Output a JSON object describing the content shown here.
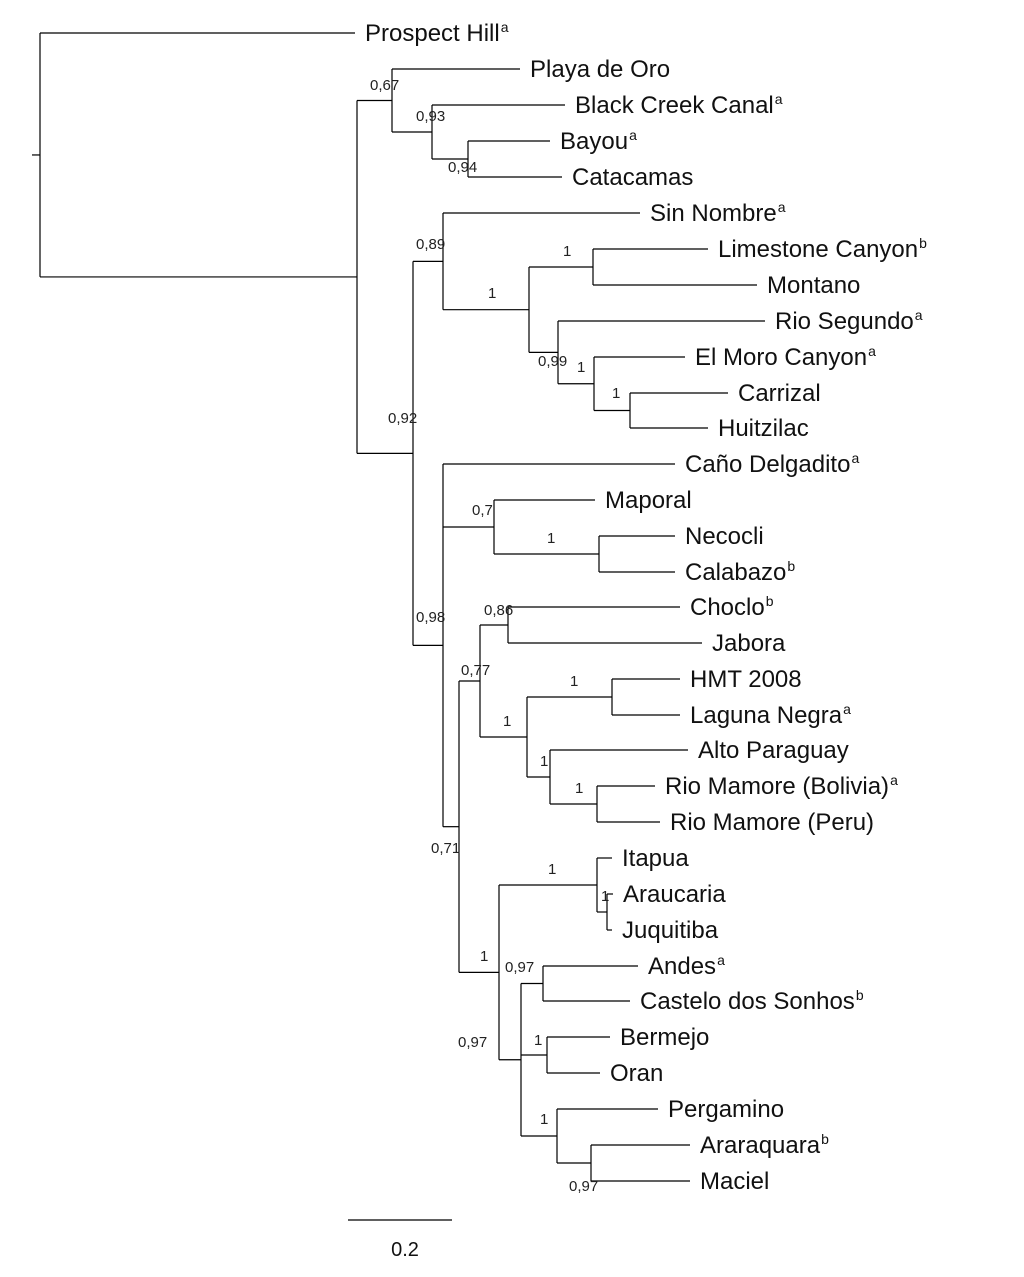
{
  "scale_bar": {
    "label": "0.2"
  },
  "taxa": [
    {
      "id": "prospect-hill",
      "name": "Prospect Hill",
      "sup": "a"
    },
    {
      "id": "playa-de-oro",
      "name": "Playa de Oro",
      "sup": ""
    },
    {
      "id": "black-creek-canal",
      "name": "Black Creek Canal",
      "sup": "a"
    },
    {
      "id": "bayou",
      "name": "Bayou",
      "sup": "a"
    },
    {
      "id": "catacamas",
      "name": "Catacamas",
      "sup": ""
    },
    {
      "id": "sin-nombre",
      "name": "Sin Nombre",
      "sup": "a"
    },
    {
      "id": "limestone-canyon",
      "name": "Limestone Canyon",
      "sup": "b"
    },
    {
      "id": "montano",
      "name": "Montano",
      "sup": ""
    },
    {
      "id": "rio-segundo",
      "name": "Rio Segundo",
      "sup": "a"
    },
    {
      "id": "el-moro-canyon",
      "name": "El Moro Canyon",
      "sup": "a"
    },
    {
      "id": "carrizal",
      "name": "Carrizal",
      "sup": ""
    },
    {
      "id": "huitzilac",
      "name": "Huitzilac",
      "sup": ""
    },
    {
      "id": "cano-delgadito",
      "name": "Caño Delgadito",
      "sup": "a"
    },
    {
      "id": "maporal",
      "name": "Maporal",
      "sup": ""
    },
    {
      "id": "necocli",
      "name": "Necocli",
      "sup": ""
    },
    {
      "id": "calabazo",
      "name": "Calabazo",
      "sup": "b"
    },
    {
      "id": "choclo",
      "name": "Choclo",
      "sup": "b"
    },
    {
      "id": "jabora",
      "name": "Jabora",
      "sup": ""
    },
    {
      "id": "hmt-2008",
      "name": "HMT 2008",
      "sup": ""
    },
    {
      "id": "laguna-negra",
      "name": "Laguna Negra",
      "sup": "a"
    },
    {
      "id": "alto-paraguay",
      "name": "Alto Paraguay",
      "sup": ""
    },
    {
      "id": "rio-mamore-bolivia",
      "name": "Rio Mamore (Bolivia)",
      "sup": "a"
    },
    {
      "id": "rio-mamore-peru",
      "name": "Rio Mamore (Peru)",
      "sup": ""
    },
    {
      "id": "itapua",
      "name": "Itapua",
      "sup": ""
    },
    {
      "id": "araucaria",
      "name": "Araucaria",
      "sup": ""
    },
    {
      "id": "juquitiba",
      "name": "Juquitiba",
      "sup": ""
    },
    {
      "id": "andes",
      "name": "Andes",
      "sup": "a"
    },
    {
      "id": "castelo-dos-sonhos",
      "name": "Castelo dos Sonhos",
      "sup": "b"
    },
    {
      "id": "bermejo",
      "name": "Bermejo",
      "sup": ""
    },
    {
      "id": "oran",
      "name": "Oran",
      "sup": ""
    },
    {
      "id": "pergamino",
      "name": "Pergamino",
      "sup": ""
    },
    {
      "id": "araraquara",
      "name": "Araraquara",
      "sup": "b"
    },
    {
      "id": "maciel",
      "name": "Maciel",
      "sup": ""
    }
  ],
  "support_values": {
    "n_root_b": "0,92",
    "n_c1": "0,67",
    "n_c2": "0,93",
    "n_c3": "0,94",
    "n_d": "0,98",
    "n_sn": "0,89",
    "n_lm": "1",
    "n_lm1": "1",
    "n_rs": "0,99",
    "n_emc": "1",
    "n_ch": "1",
    "n_big": "0,71",
    "n_mp": "0,7",
    "n_nc": "1",
    "n_g": "0,77",
    "n_cj": "0,86",
    "n_h": "1",
    "n_hl": "1",
    "n_ap": "1",
    "n_rm": "1",
    "n_s": "1",
    "n_it": "1",
    "n_aj": "1",
    "n_t": "0,97",
    "n_acs": "0,97",
    "n_bo": "1",
    "n_pam": "1",
    "n_am": "0,97"
  }
}
